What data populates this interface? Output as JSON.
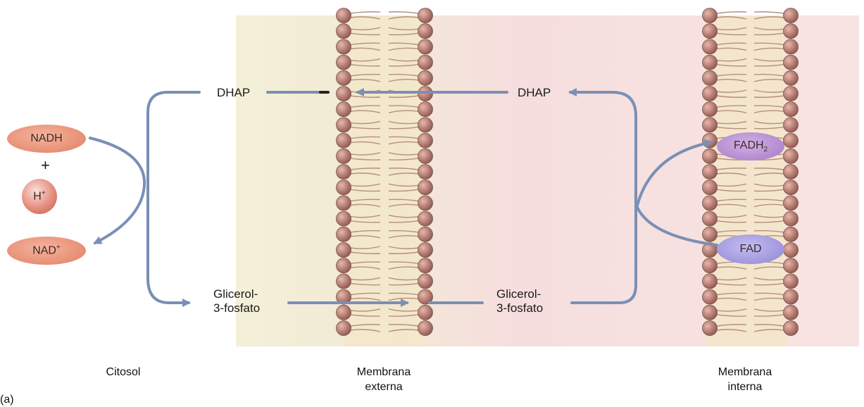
{
  "labels": {
    "dhap_left": "DHAP",
    "dhap_right": "DHAP",
    "g3p_left_line1": "Glicerol-",
    "g3p_left_line2": "3-fosfato",
    "g3p_right_line1": "Glicerol-",
    "g3p_right_line2": "3-fosfato",
    "plus": "+"
  },
  "molecules": {
    "nadh": "NADH",
    "h_plus_base": "H",
    "h_plus_sup": "+",
    "nad_plus_base": "NAD",
    "nad_plus_sup": "+",
    "fadh2_base": "FADH",
    "fadh2_sub": "2",
    "fad": "FAD"
  },
  "captions": {
    "cytosol": "Citosol",
    "outer_line1": "Membrana",
    "outer_line2": "externa",
    "inner_line1": "Membrana",
    "inner_line2": "interna",
    "panel": "(a)"
  },
  "colors": {
    "arrow": "#7a8fb5",
    "lipid_head": "#b07a70",
    "nad_pill": "#e08a6e",
    "fad_pill": "#9a8fd6",
    "fadh2_pill": "#a97fc4"
  }
}
